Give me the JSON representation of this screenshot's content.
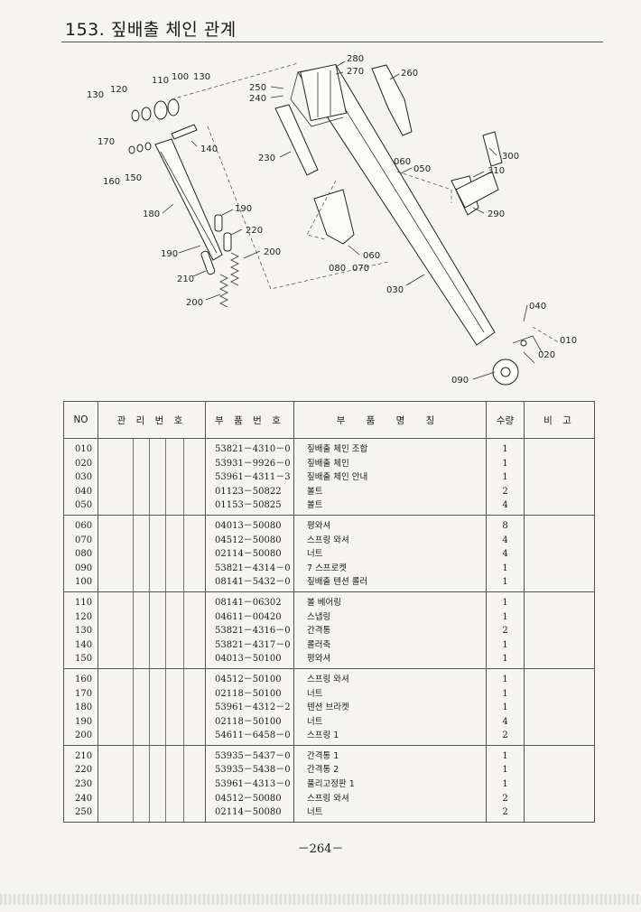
{
  "header": {
    "title": "153. 짚배출 체인 관계"
  },
  "diagram": {
    "callouts": {
      "c280": "280",
      "c270": "270",
      "c260": "260",
      "c250": "250",
      "c240": "240",
      "c130a": "130",
      "c120": "120",
      "c110": "110",
      "c100": "100",
      "c130b": "130",
      "c170": "170",
      "c160": "160",
      "c150": "150",
      "c140": "140",
      "c230": "230",
      "c060a": "060",
      "c050": "050",
      "c300": "300",
      "c310": "310",
      "c290": "290",
      "c180": "180",
      "c190a": "190",
      "c220": "220",
      "c190b": "190",
      "c200a": "200",
      "c210": "210",
      "c200b": "200",
      "c060b": "060",
      "c070": "070",
      "c080": "080",
      "c030": "030",
      "c040": "040",
      "c010": "010",
      "c020": "020",
      "c090": "090"
    }
  },
  "table": {
    "headers": {
      "no": "NO",
      "mgmt": "관 리 번 호",
      "part": "부 품 번 호",
      "name": "부 품 명 칭",
      "qty": "수량",
      "remark": "비 고"
    },
    "groups": [
      {
        "rows": [
          {
            "no": "010",
            "part": "53821－4310－0",
            "name": "짚배출 체인 조합",
            "qty": "1"
          },
          {
            "no": "020",
            "part": "53931－9926－0",
            "name": "짚배출 체인",
            "qty": "1"
          },
          {
            "no": "030",
            "part": "53961－4311－3",
            "name": "짚배출 체인 안내",
            "qty": "1"
          },
          {
            "no": "040",
            "part": "01123－50822",
            "name": "볼트",
            "qty": "2"
          },
          {
            "no": "050",
            "part": "01153－50825",
            "name": "볼트",
            "qty": "4"
          }
        ]
      },
      {
        "rows": [
          {
            "no": "060",
            "part": "04013－50080",
            "name": "평와셔",
            "qty": "8"
          },
          {
            "no": "070",
            "part": "04512－50080",
            "name": "스프링 와셔",
            "qty": "4"
          },
          {
            "no": "080",
            "part": "02114－50080",
            "name": "너트",
            "qty": "4"
          },
          {
            "no": "090",
            "part": "53821－4314－0",
            "name": "7 스프로켓",
            "qty": "1"
          },
          {
            "no": "100",
            "part": "08141－5432－0",
            "name": "짚배출 텐션 롤러",
            "qty": "1"
          }
        ]
      },
      {
        "rows": [
          {
            "no": "110",
            "part": "08141－06302",
            "name": "볼 베어링",
            "qty": "1"
          },
          {
            "no": "120",
            "part": "04611－00420",
            "name": "스냅링",
            "qty": "1"
          },
          {
            "no": "130",
            "part": "53821－4316－0",
            "name": "간격통",
            "qty": "2"
          },
          {
            "no": "140",
            "part": "53821－4317－0",
            "name": "롤러축",
            "qty": "1"
          },
          {
            "no": "150",
            "part": "04013－50100",
            "name": "평와셔",
            "qty": "1"
          }
        ]
      },
      {
        "rows": [
          {
            "no": "160",
            "part": "04512－50100",
            "name": "스프링 와셔",
            "qty": "1"
          },
          {
            "no": "170",
            "part": "02118－50100",
            "name": "너트",
            "qty": "1"
          },
          {
            "no": "180",
            "part": "53961－4312－2",
            "name": "텐션 브라켓",
            "qty": "1"
          },
          {
            "no": "190",
            "part": "02118－50100",
            "name": "너트",
            "qty": "4"
          },
          {
            "no": "200",
            "part": "54611－6458－0",
            "name": "스프링 1",
            "qty": "2"
          }
        ]
      },
      {
        "rows": [
          {
            "no": "210",
            "part": "53935－5437－0",
            "name": "간격통 1",
            "qty": "1"
          },
          {
            "no": "220",
            "part": "53935－5438－0",
            "name": "간격통 2",
            "qty": "1"
          },
          {
            "no": "230",
            "part": "53961－4313－0",
            "name": "풀리고정판 1",
            "qty": "1"
          },
          {
            "no": "240",
            "part": "04512－50080",
            "name": "스프링 와셔",
            "qty": "2"
          },
          {
            "no": "250",
            "part": "02114－50080",
            "name": "너트",
            "qty": "2"
          }
        ]
      }
    ]
  },
  "footer": {
    "page": "－264－"
  }
}
